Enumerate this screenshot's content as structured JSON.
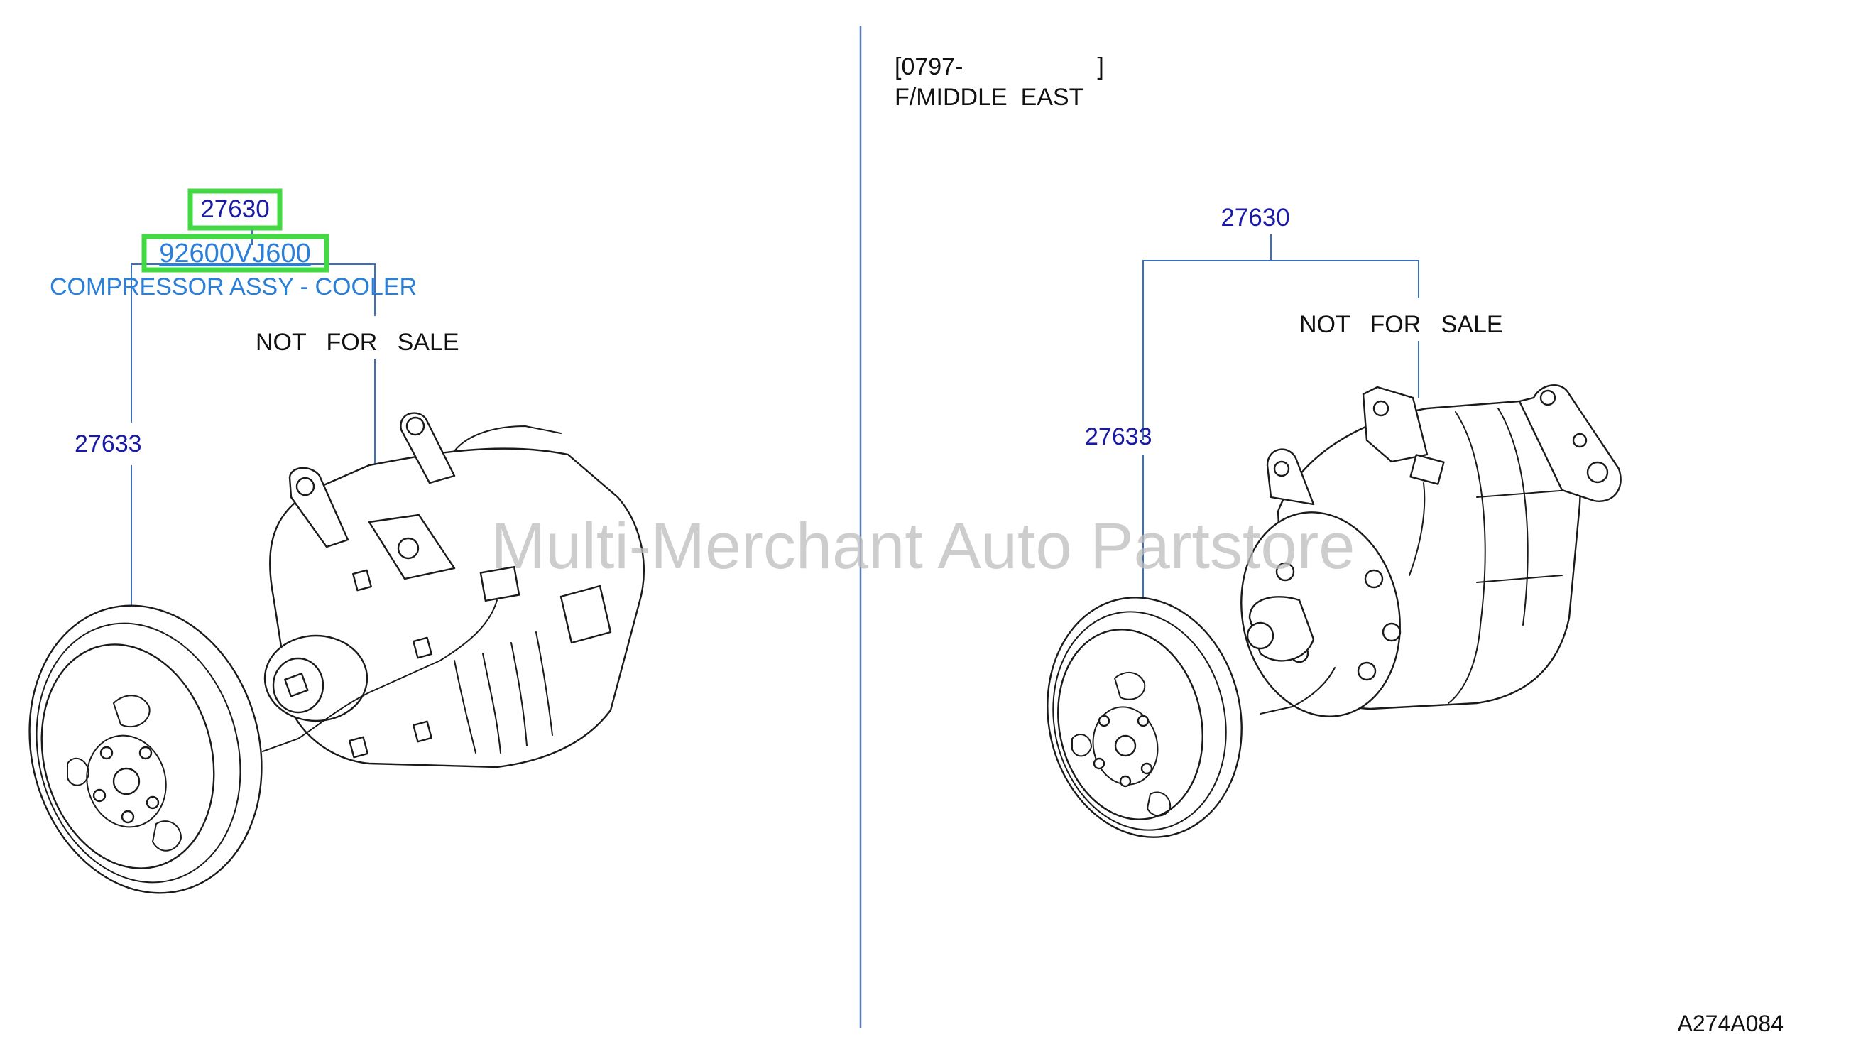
{
  "left_panel": {
    "assy_number": "27630",
    "part_number": "92600VJ600",
    "part_description": "COMPRESSOR ASSY - COOLER",
    "not_for_sale": "NOT   FOR   SALE",
    "clutch_number": "27633"
  },
  "right_panel": {
    "date_range": "[0797-                    ]",
    "region": "F/MIDDLE  EAST",
    "assy_number": "27630",
    "not_for_sale": "NOT   FOR   SALE",
    "clutch_number": "27633"
  },
  "watermark": "Multi-Merchant Auto Partstore",
  "figure_code": "A274A084",
  "colors": {
    "part_number_blue": "#1a1aa8",
    "description_blue": "#2a7fd8",
    "highlight_green": "#42d942"
  }
}
